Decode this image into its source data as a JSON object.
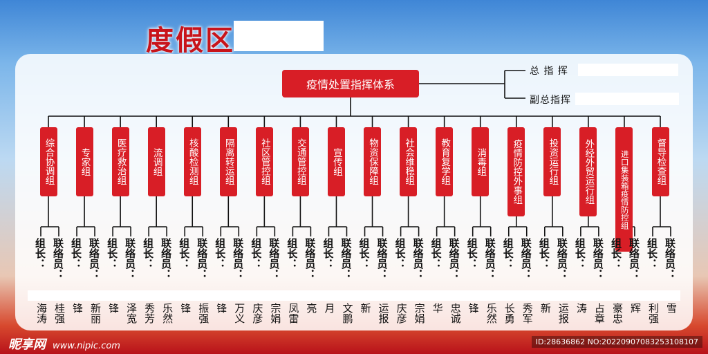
{
  "title": "度假区",
  "root": "疫情处置指挥体系",
  "commanders": [
    {
      "label": "总 指 挥"
    },
    {
      "label": "副总指挥"
    }
  ],
  "role_labels": {
    "leader": "组长",
    "liaison": "联络员"
  },
  "groups": [
    {
      "name": "综合协调组",
      "leader": "海涛",
      "liaison": "桂强"
    },
    {
      "name": "专家组",
      "leader": "锋",
      "liaison": "新丽"
    },
    {
      "name": "医疗救治组",
      "leader": "锋",
      "liaison": "泽宽"
    },
    {
      "name": "流调组",
      "leader": "秀芳",
      "liaison": "乐然"
    },
    {
      "name": "核酸检测组",
      "leader": "锋",
      "liaison": "振强"
    },
    {
      "name": "隔离转运组",
      "leader": "锋",
      "liaison": "万义"
    },
    {
      "name": "社区管控组",
      "leader": "庆彦",
      "liaison": "宗娟"
    },
    {
      "name": "交通管控组",
      "leader": "凤雷",
      "liaison": "亮"
    },
    {
      "name": "宣传组",
      "leader": "月",
      "liaison": "文鹏"
    },
    {
      "name": "物资保障组",
      "leader": "新",
      "liaison": "运报"
    },
    {
      "name": "社会维稳组",
      "leader": "庆彦",
      "liaison": "宗娟"
    },
    {
      "name": "教育复学组",
      "leader": "华",
      "liaison": "忠诚"
    },
    {
      "name": "消毒组",
      "leader": "锋",
      "liaison": "乐然"
    },
    {
      "name": "疫情防控外事组",
      "leader": "长勇",
      "liaison": "秀军"
    },
    {
      "name": "投资运行组",
      "leader": "新",
      "liaison": "运报"
    },
    {
      "name": "外经外贸运行组",
      "leader": "涛",
      "liaison": "占章"
    },
    {
      "name": "进口集装箱疫情防控组",
      "leader": "豪忠",
      "liaison": "辉"
    },
    {
      "name": "督导检查组",
      "leader": "利强",
      "liaison": "雪"
    }
  ],
  "logo": {
    "brand": "昵享网",
    "url": "www.nipic.com"
  },
  "watermark": "ID:28636862 NO:20220907083253108107",
  "colors": {
    "accent": "#d81e26",
    "title": "#c8141b",
    "line": "#111111"
  }
}
